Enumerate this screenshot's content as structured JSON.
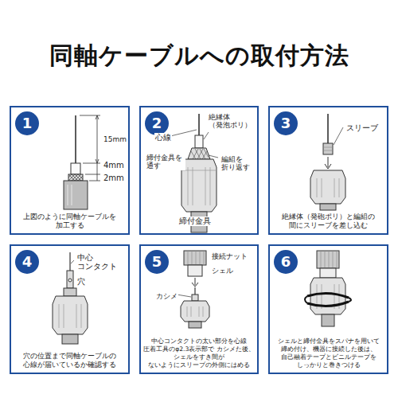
{
  "diagram": {
    "title": "同軸ケーブルへの取付方法",
    "nodes": [
      {
        "text": [
          "上図のように同軸ケーブルを 加工する",
          "15mm",
          "4mm",
          "2mm"
        ]
      },
      {
        "text": [
          "1"
        ],
        "in": 0
      },
      {
        "text": [
          "心線",
          "絶縁体 （発泡ポリ）",
          "締付金具を 通す",
          "編組を 折り返す",
          "締付金具"
        ]
      },
      {
        "text": [
          "2"
        ],
        "in": 2
      },
      {
        "text": [
          "絶縁体（発砲ポリ）と編組の 間にスリーブを差し込む",
          "スリーブ"
        ]
      },
      {
        "text": [
          "3"
        ],
        "in": 4
      },
      {
        "text": [
          "穴の位置まで同軸ケーブルの 心線が届いているか確認する",
          "中心 コンタクト",
          "穴"
        ]
      },
      {
        "text": [
          "4"
        ],
        "in": 6
      },
      {
        "text": [
          "中心コンタクトの太い部分を心線 圧着工具のφ2.3表示部で カシメた後、シェルをすき間が ないようにスリーブの外側にはめる",
          "接続ナット",
          "シェル",
          "カシメ"
        ]
      },
      {
        "text": [
          "5"
        ],
        "in": 8
      },
      {
        "text": [
          "シェルと締付金具をスパナを用いて 締め付け、機器に接続した後は、 自己融着テープとビニルテープを しっかりと巻きつける"
        ]
      },
      {
        "text": [
          "6"
        ],
        "in": 10
      }
    ]
  }
}
